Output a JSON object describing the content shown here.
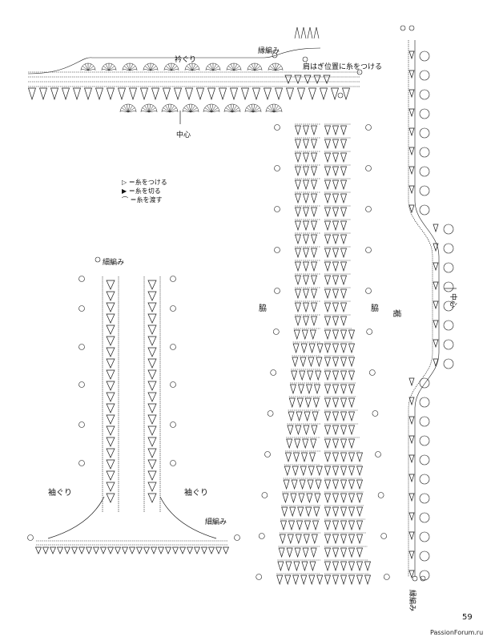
{
  "legend": {
    "attach": "▷ ＝糸をつける",
    "cut": "▶ ＝糸を切る",
    "carry": "⌒ ＝糸を渡す"
  },
  "labels": {
    "neck": "衿ぐり",
    "edge_top": "縁編み",
    "shoulder": "肩はぎ位置に糸をつける",
    "center_top": "中心",
    "sleeve_edge": "細編み",
    "armhole_left": "袖ぐり",
    "armhole_right": "袖ぐり",
    "sleeve_edge_bottom": "細編み",
    "side_left": "脇",
    "side_right": "脇",
    "hem": "裾",
    "center_right": "中心",
    "edge_bottom": "縁編み"
  },
  "page_number": "59",
  "watermark": "PassionForum.ru"
}
